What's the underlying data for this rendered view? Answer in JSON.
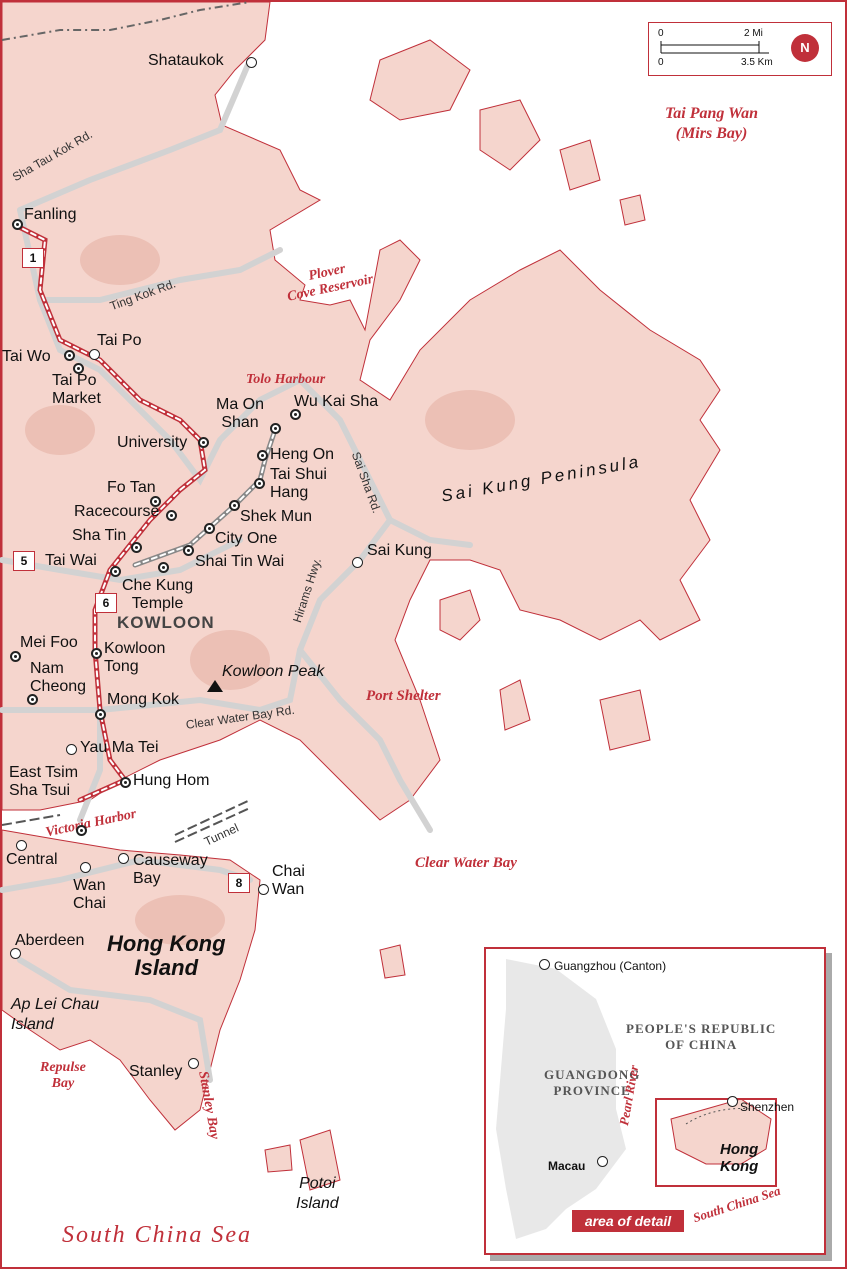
{
  "scale_bar": {
    "zero_top": "0",
    "mi_label": "2 Mi",
    "zero_bottom": "0",
    "km_label": "3.5 Km"
  },
  "north_arrow": "N",
  "water": {
    "tai_pang_wan": "Tai Pang Wan\n(Mirs Bay)",
    "plover_cove": "Plover\nCove Reservoir",
    "tolo_harbour": "Tolo Harbour",
    "port_shelter": "Port Shelter",
    "victoria_harbor": "Victoria Harbor",
    "clear_water_bay": "Clear Water Bay",
    "repulse_bay": "Repulse\nBay",
    "stanley_bay": "Stanley Bay",
    "south_china_sea": "South China Sea"
  },
  "roads": {
    "sha_tau_kok": "Sha Tau Kok Rd.",
    "ting_kok": "Ting Kok Rd.",
    "sai_sha": "Sai Sha Rd.",
    "hirams": "Hirams Hwy.",
    "clear_water_bay_rd": "Clear Water Bay Rd.",
    "tunnel": "Tunnel"
  },
  "shields": {
    "r1": "1",
    "r5": "5",
    "r6": "6",
    "r8": "8"
  },
  "places": {
    "shataukok": "Shataukok",
    "fanling": "Fanling",
    "tai_po": "Tai Po",
    "tai_wo": "Tai Wo",
    "tai_po_market": "Tai Po\nMarket",
    "university": "University",
    "fo_tan": "Fo Tan",
    "racecourse": "Racecourse",
    "sha_tin": "Sha Tin",
    "tai_wai": "Tai Wai",
    "che_kung_temple": "Che Kung\nTemple",
    "ma_on_shan": "Ma On\nShan",
    "wu_kai_sha": "Wu Kai Sha",
    "heng_on": "Heng On",
    "tai_shui_hang": "Tai Shui\nHang",
    "shek_mun": "Shek Mun",
    "city_one": "City One",
    "shai_tin_wai": "Shai Tin Wai",
    "sai_kung": "Sai Kung",
    "kowloon": "KOWLOON",
    "mei_foo": "Mei Foo",
    "nam_cheong": "Nam\nCheong",
    "kowloon_tong": "Kowloon\nTong",
    "mong_kok": "Mong Kok",
    "kowloon_peak": "Kowloon Peak",
    "yau_ma_tei": "Yau Ma Tei",
    "east_tsim_sha_tsui": "East Tsim\nSha Tsui",
    "hung_hom": "Hung Hom",
    "central": "Central",
    "wan_chai": "Wan\nChai",
    "causeway_bay": "Causeway\nBay",
    "chai_wan": "Chai\nWan",
    "aberdeen": "Aberdeen",
    "hong_kong_island": "Hong Kong\nIsland",
    "ap_lei_chau": "Ap Lei Chau\nIsland",
    "stanley": "Stanley",
    "potoi": "Potoi\nIsland",
    "sai_kung_peninsula": "Sai Kung Peninsula"
  },
  "inset": {
    "guangzhou": "Guangzhou (Canton)",
    "prc": "PEOPLE'S REPUBLIC\nOF CHINA",
    "guangdong": "GUANGDONG\nPROVINCE",
    "pearl_river": "Pearl River",
    "shenzhen": "Shenzhen",
    "macau": "Macau",
    "hong_kong": "Hong\nKong",
    "south_china_sea": "South China Sea",
    "area_of_detail": "area of detail"
  },
  "colors": {
    "land": "#f5d5cd",
    "relief": "#ecc0b5",
    "water": "#ffffff",
    "accent": "#c0303a",
    "road": "#d2d2d2",
    "rail": "#c0303a"
  }
}
